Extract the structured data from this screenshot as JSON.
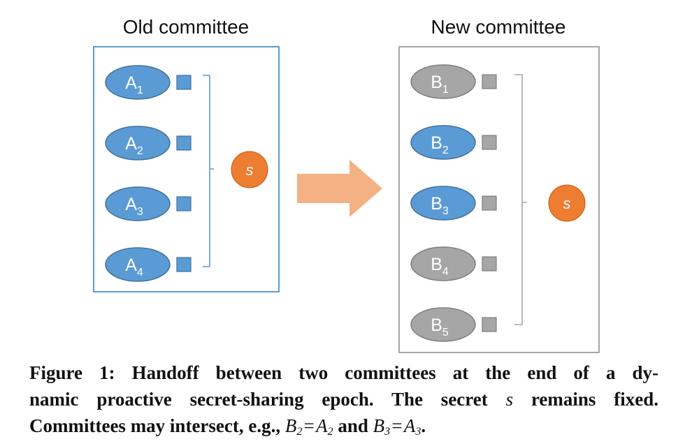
{
  "old_committee": {
    "title": "Old committee",
    "color": "#5b9bd5",
    "members": [
      {
        "base": "A",
        "sub": "1",
        "fill": "#5b9bd5"
      },
      {
        "base": "A",
        "sub": "2",
        "fill": "#5b9bd5"
      },
      {
        "base": "A",
        "sub": "3",
        "fill": "#5b9bd5"
      },
      {
        "base": "A",
        "sub": "4",
        "fill": "#5b9bd5"
      }
    ],
    "secret": "s"
  },
  "new_committee": {
    "title": "New committee",
    "color": "#a6a6a6",
    "members": [
      {
        "base": "B",
        "sub": "1",
        "fill": "#a6a6a6"
      },
      {
        "base": "B",
        "sub": "2",
        "fill": "#5b9bd5"
      },
      {
        "base": "B",
        "sub": "3",
        "fill": "#5b9bd5"
      },
      {
        "base": "B",
        "sub": "4",
        "fill": "#a6a6a6"
      },
      {
        "base": "B",
        "sub": "5",
        "fill": "#a6a6a6"
      }
    ],
    "secret": "s"
  },
  "colors": {
    "secret": "#ed7d31",
    "arrow": "#f4b183"
  },
  "caption": {
    "label": "Figure 1:",
    "line1": "Handoff between two committees at the end of a dy-",
    "line2_a": "namic proactive secret-sharing epoch. The secret",
    "line2_s": "s",
    "line2_b": "remains fixed.",
    "line3_a": "Committees may intersect, e.g.,",
    "eq1_l": "B",
    "eq1_l_sub": "2",
    "eq1_r": "A",
    "eq1_r_sub": "2",
    "and": "and",
    "eq2_l": "B",
    "eq2_l_sub": "3",
    "eq2_r": "A",
    "eq2_r_sub": "3",
    "end": "."
  }
}
